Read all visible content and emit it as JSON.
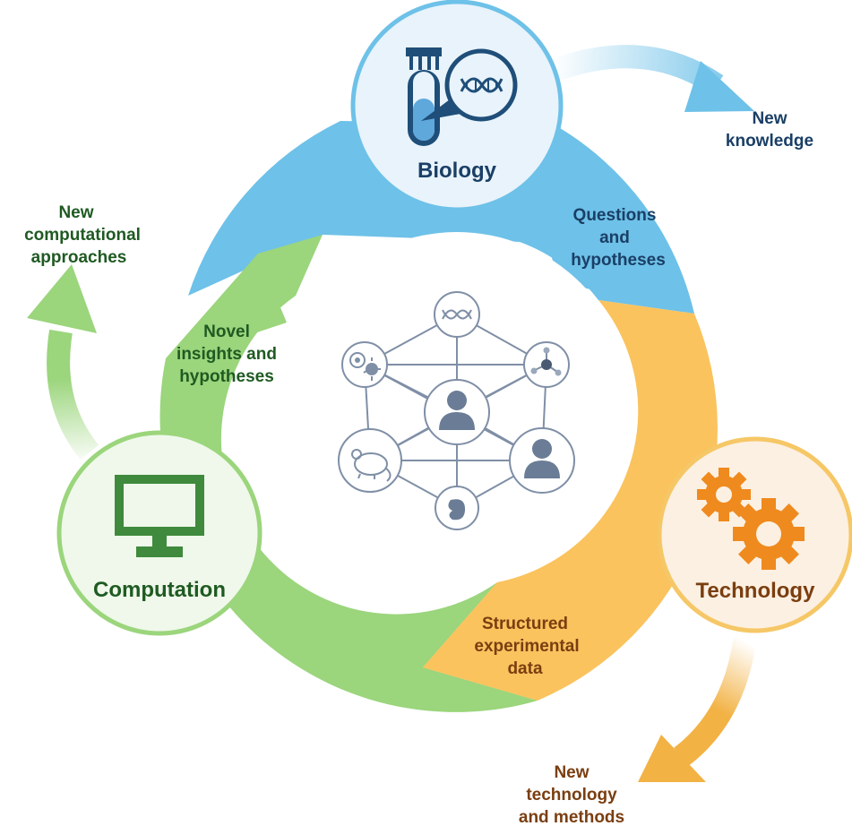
{
  "nodes": {
    "biology": {
      "label": "Biology",
      "icon": "test-tube-dna-icon"
    },
    "technology": {
      "label": "Technology",
      "icon": "gears-icon"
    },
    "computation": {
      "label": "Computation",
      "icon": "monitor-icon"
    }
  },
  "flows": {
    "questions": [
      "Questions",
      "and",
      "hypotheses"
    ],
    "structured": [
      "Structured",
      "experimental",
      "data"
    ],
    "insights": [
      "Novel",
      "insights and",
      "hypotheses"
    ]
  },
  "outputs": {
    "knowledge": [
      "New",
      "knowledge"
    ],
    "technology": [
      "New",
      "technology",
      "and methods"
    ],
    "computational": [
      "New",
      "computational",
      "approaches"
    ]
  },
  "network": {
    "icons": [
      "dna-icon",
      "cell-icon",
      "molecule-icon",
      "person-icon",
      "mouse-icon",
      "person-icon",
      "embryo-icon"
    ]
  },
  "colors": {
    "blue": "#6ec1e8",
    "orange": "#fac35e",
    "green": "#9bd57c",
    "biology_text": "#1a3f66",
    "technology_text": "#7a3e10",
    "computation_text": "#1f5a22",
    "network_gray": "#7f8fa6"
  }
}
